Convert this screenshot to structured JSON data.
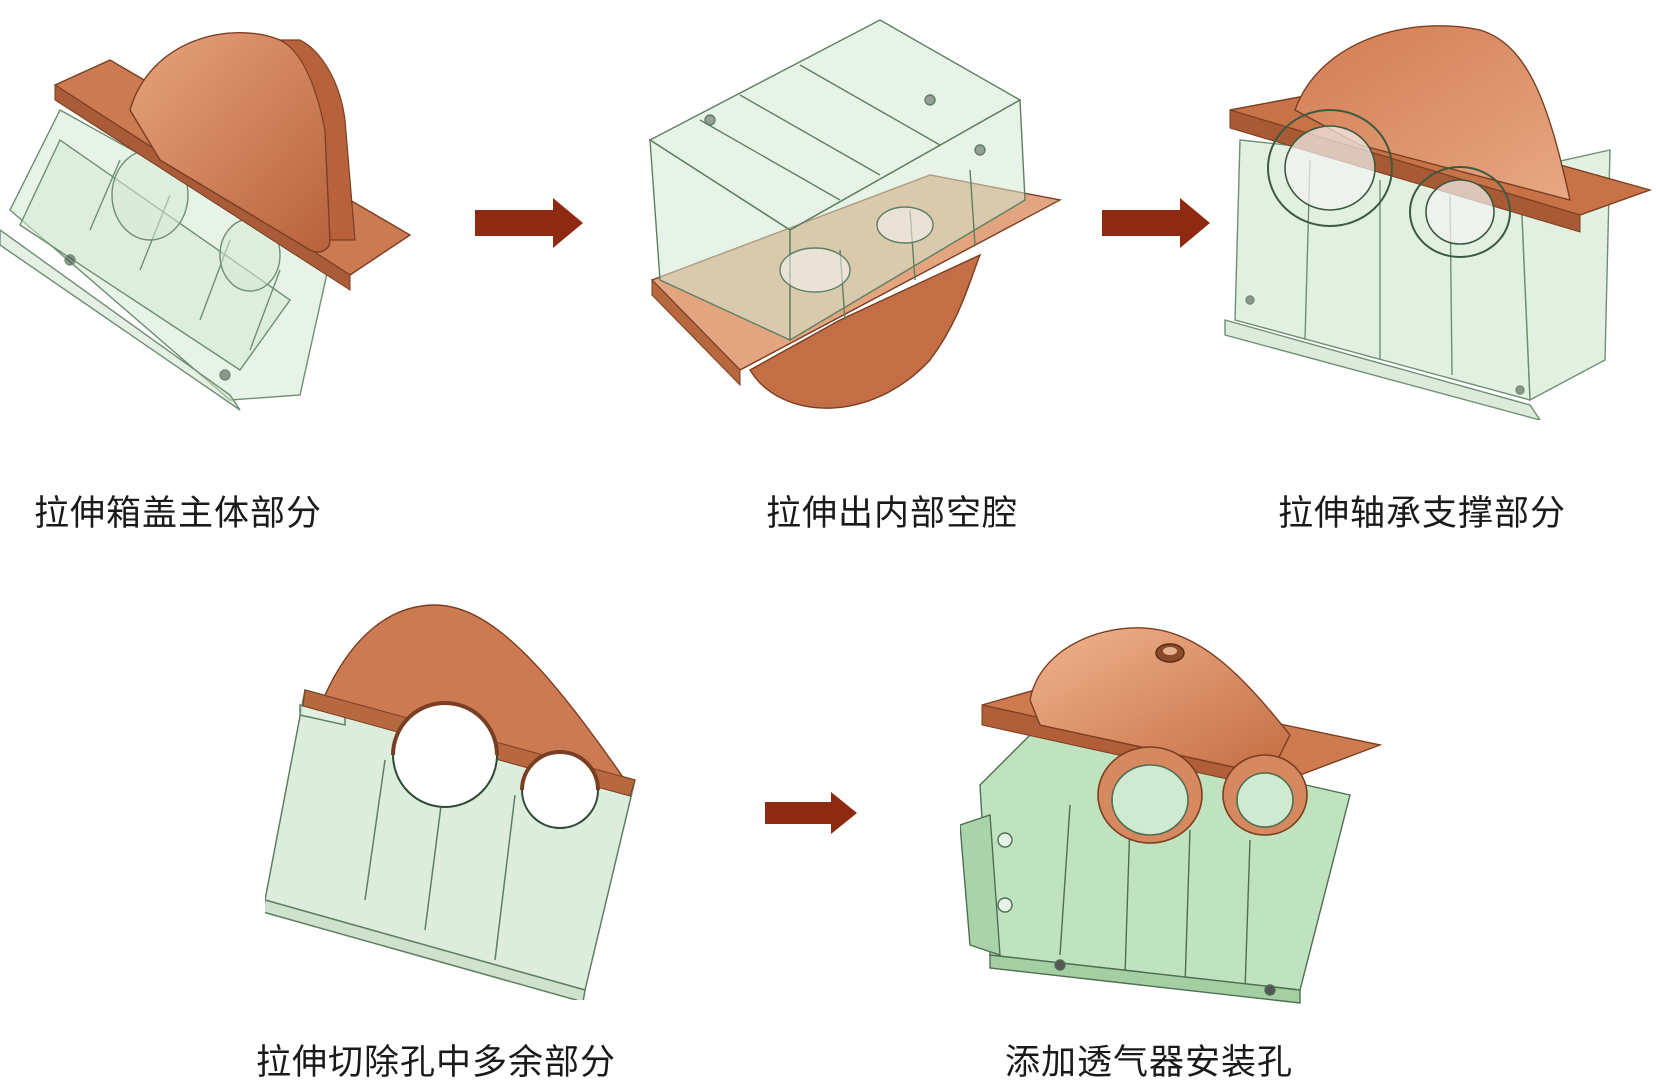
{
  "steps": [
    {
      "caption": "拉伸箱盖主体部分"
    },
    {
      "caption": "拉伸出内部空腔"
    },
    {
      "caption": "拉伸轴承支撑部分"
    },
    {
      "caption": "拉伸切除孔中多余部分"
    },
    {
      "caption": "添加透气器安装孔"
    }
  ],
  "colors": {
    "copper": "#c8724a",
    "copper_light": "#e3a27a",
    "glass_green": "#cfe6cf",
    "glass_stroke": "#6f8f72",
    "solid_green": "#bfe3bf",
    "arrow": "#8e2a12"
  },
  "icons": [
    "right-arrow-icon"
  ]
}
